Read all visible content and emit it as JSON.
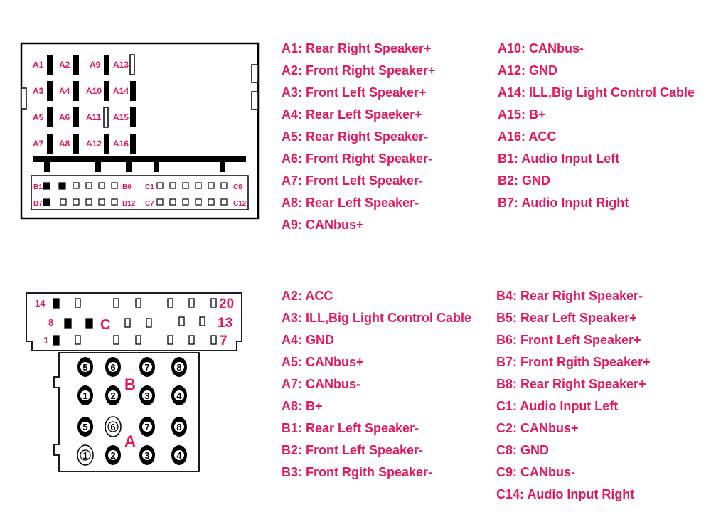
{
  "connector1": {
    "pin_labels": {
      "a": [
        "A1",
        "A2",
        "A9",
        "A13",
        "A3",
        "A4",
        "A10",
        "A14",
        "A5",
        "A6",
        "A11",
        "A15",
        "A7",
        "A8",
        "A12",
        "A16"
      ],
      "b_row1": [
        "B1",
        "B6",
        "C1",
        "C8"
      ],
      "b_row2": [
        "B7",
        "B12",
        "C7",
        "C12"
      ]
    }
  },
  "connector2": {
    "row_labels": [
      "14",
      "20",
      "8",
      "13",
      "1",
      "7"
    ],
    "block_label_c": "C",
    "block_label_b": "B",
    "block_label_a": "A",
    "b_pins": [
      "5",
      "6",
      "7",
      "8",
      "1",
      "2",
      "3",
      "4"
    ],
    "a_pins": [
      "5",
      "6",
      "7",
      "8",
      "1",
      "2",
      "3",
      "4"
    ]
  },
  "legend_top_left": [
    "A1:  Rear Right Speaker+",
    "A2: Front Right Speaker+",
    "A3: Front Left Speaker+",
    "A4: Rear Left Spaeker+",
    "A5: Rear Right Speaker-",
    "A6: Front Right Speaker-",
    "A7: Front Left Speaker-",
    "A8: Rear Left Speaker-",
    "A9: CANbus+"
  ],
  "legend_top_right": [
    "A10: CANbus-",
    "A12: GND",
    "A14: ILL,Big Light Control Cable",
    "A15: B+",
    "A16: ACC",
    "B1: Audio Input Left",
    "B2: GND",
    "B7: Audio Input Right"
  ],
  "legend_bottom_left": [
    "A2:  ACC",
    "A3: ILL,Big Light Control Cable",
    "A4: GND",
    "A5: CANbus+",
    "A7: CANbus-",
    "A8: B+",
    "B1: Rear Left Speaker-",
    "B2: Front Left Speaker-",
    "B3: Front Rgith Speaker-"
  ],
  "legend_bottom_right": [
    "B4:  Rear Right Speaker-",
    "B5: Rear Left Speaker+",
    "B6: Front Left Speaker+",
    "B7: Front Rgith Speaker+",
    "B8: Rear Right Speaker+",
    "C1: Audio Input Left",
    "C2: CANbus+",
    "C8: GND",
    "C9: CANbus-",
    "C14: Audio Input Right"
  ],
  "colors": {
    "label": "#e3185b",
    "line": "#000000",
    "background": "#ffffff"
  }
}
